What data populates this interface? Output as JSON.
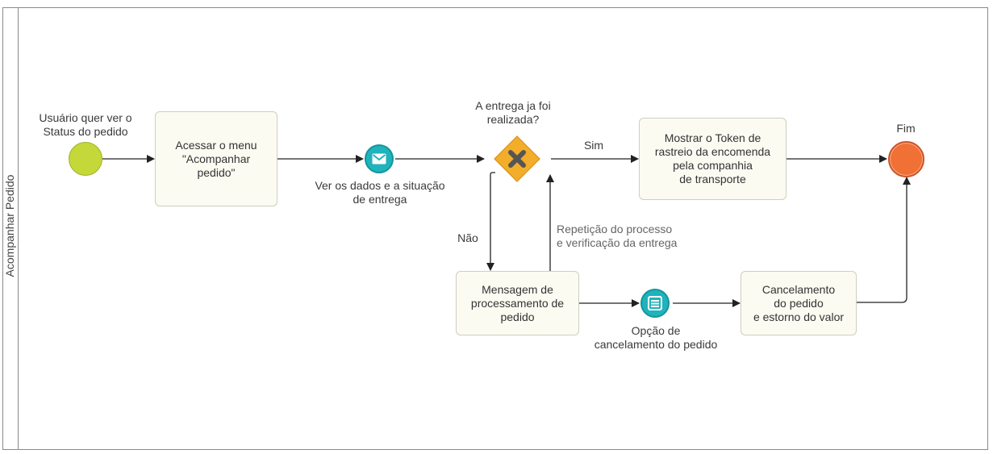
{
  "lane": {
    "label": "Acompanhar Pedido"
  },
  "colors": {
    "start": "#c4d83a",
    "end": "#f07035",
    "gateway": "#f2ad2b",
    "teal": "#1fb3bb",
    "task_fill": "#fbfbf2",
    "line": "#222222"
  },
  "events": {
    "start_label": "Usuário quer ver o\nStatus do pedido",
    "end_label": "Fim"
  },
  "tasks": {
    "menu": "Acessar o menu\n\"Acompanhar\npedido\"",
    "token": "Mostrar o Token de\nrastreio da encomenda\npela companhia\nde transporte",
    "processing": "Mensagem de\nprocessamento de\npedido",
    "cancel": "Cancelamento\ndo pedido\ne estorno do valor"
  },
  "intermediate": {
    "message_label": "Ver os dados e a situação\nde entrega",
    "message_icon": "envelope-icon",
    "cancel_option_label": "Opção de\ncancelamento do pedido",
    "cancel_option_icon": "list-icon"
  },
  "gateway": {
    "question": "A entrega ja foi\nrealizada?",
    "icon": "x-icon",
    "yes_label": "Sim",
    "no_label": "Não",
    "loop_label": "Repetição do processo\ne verificação da entrega"
  }
}
